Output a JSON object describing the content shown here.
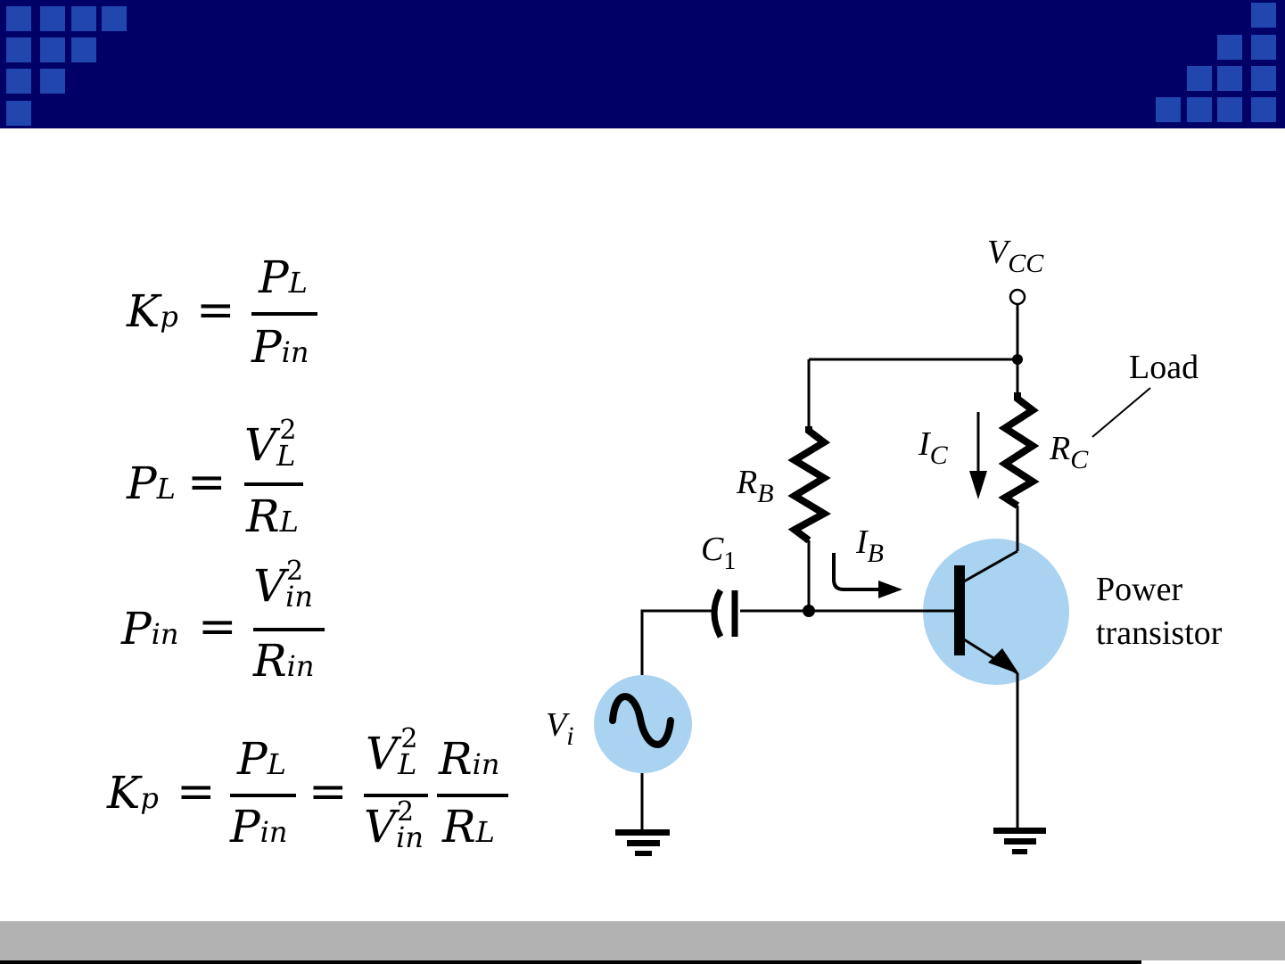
{
  "slide": {
    "colors": {
      "header_bg": "#000066",
      "header_squares": "#2146ad",
      "footer_bg": "#b2b2b2",
      "component_fill": "#a9d3f0"
    }
  },
  "equations": [
    {
      "id": "kp-def",
      "lhs": {
        "main": "K",
        "sub": "p"
      },
      "num": {
        "main": "P",
        "sub": "L"
      },
      "den": {
        "main": "P",
        "sub": "in"
      }
    },
    {
      "id": "pl-def",
      "lhs": {
        "main": "P",
        "sub": "L"
      },
      "num": {
        "main": "V",
        "sub": "L",
        "sup": "2"
      },
      "den": {
        "main": "R",
        "sub": "L"
      }
    },
    {
      "id": "pin-def",
      "lhs": {
        "main": "P",
        "sub": "in"
      },
      "num": {
        "main": "V",
        "sub": "in",
        "sup": "2"
      },
      "den": {
        "main": "R",
        "sub": "in"
      }
    },
    {
      "id": "kp-expanded",
      "lhs": {
        "main": "K",
        "sub": "p"
      },
      "f1": {
        "num": {
          "main": "P",
          "sub": "L"
        },
        "den": {
          "main": "P",
          "sub": "in"
        }
      },
      "f2": {
        "num": {
          "main": "V",
          "sub": "L",
          "sup": "2"
        },
        "den": {
          "main": "V",
          "sub": "in",
          "sup": "2"
        }
      },
      "f3": {
        "num": {
          "main": "R",
          "sub": "in"
        },
        "den": {
          "main": "R",
          "sub": "L"
        }
      }
    }
  ],
  "equals": "=",
  "circuit": {
    "vcc": {
      "main": "V",
      "sub": "CC"
    },
    "load_label": "Load",
    "rc": {
      "main": "R",
      "sub": "C"
    },
    "rb": {
      "main": "R",
      "sub": "B"
    },
    "ic": {
      "main": "I",
      "sub": "C"
    },
    "ib": {
      "main": "I",
      "sub": "B"
    },
    "c1": {
      "main": "C",
      "sub": "1"
    },
    "vi": {
      "main": "V",
      "sub": "i"
    },
    "transistor_label_line1": "Power",
    "transistor_label_line2": "transistor"
  }
}
